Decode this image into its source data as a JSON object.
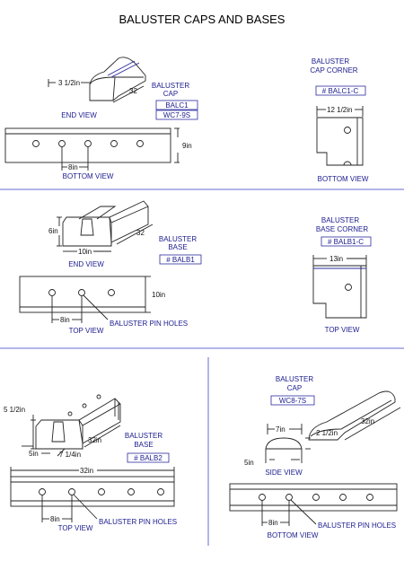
{
  "title": "BALUSTER CAPS AND BASES",
  "s1": {
    "dim_width": "3 1/2in",
    "dim_length": "32",
    "name_line1": "BALUSTER",
    "name_line2": "CAP",
    "code1": "BALC1",
    "code2": "WC7-9S",
    "end_view": "END VIEW",
    "dim_height": "9in",
    "dim_pin": "8in",
    "bottom_view": "BOTTOM VIEW",
    "corner_line1": "BALUSTER",
    "corner_line2": "CAP CORNER",
    "corner_code": "# BALC1-C",
    "corner_dim": "12 1/2in",
    "corner_bottom_view": "BOTTOM VIEW"
  },
  "s2": {
    "dim_height": "6in",
    "dim_length": "32",
    "dim_width": "10in",
    "end_view": "END VIEW",
    "name_line1": "BALUSTER",
    "name_line2": "BASE",
    "code": "# BALB1",
    "dim_top": "10in",
    "dim_pin": "8in",
    "pin_holes": "BALUSTER PIN HOLES",
    "top_view": "TOP VIEW",
    "corner_line1": "BALUSTER",
    "corner_line2": "BASE CORNER",
    "corner_code": "# BALB1-C",
    "corner_dim": "13in",
    "corner_top_view": "TOP VIEW"
  },
  "s3": {
    "dim_height": "5 1/2in",
    "dim_base": "5in",
    "dim_width": "7 1/4in",
    "dim_length_label": "32in",
    "name_line1": "BALUSTER",
    "name_line2": "BASE",
    "code": "# BALB2",
    "dim_top": "32in",
    "dim_pin": "8in",
    "pin_holes": "BALUSTER PIN HOLES",
    "top_view": "TOP VIEW"
  },
  "s4": {
    "name_line1": "BALUSTER",
    "name_line2": "CAP",
    "code": "WC8-7S",
    "dim_top": "7in",
    "dim_height": "2 1/2in",
    "dim_base": "5in",
    "dim_length": "32in",
    "side_view": "SIDE VIEW",
    "dim_pin": "8in",
    "pin_holes": "BALUSTER PIN HOLES",
    "bottom_view": "BOTTOM VIEW"
  }
}
